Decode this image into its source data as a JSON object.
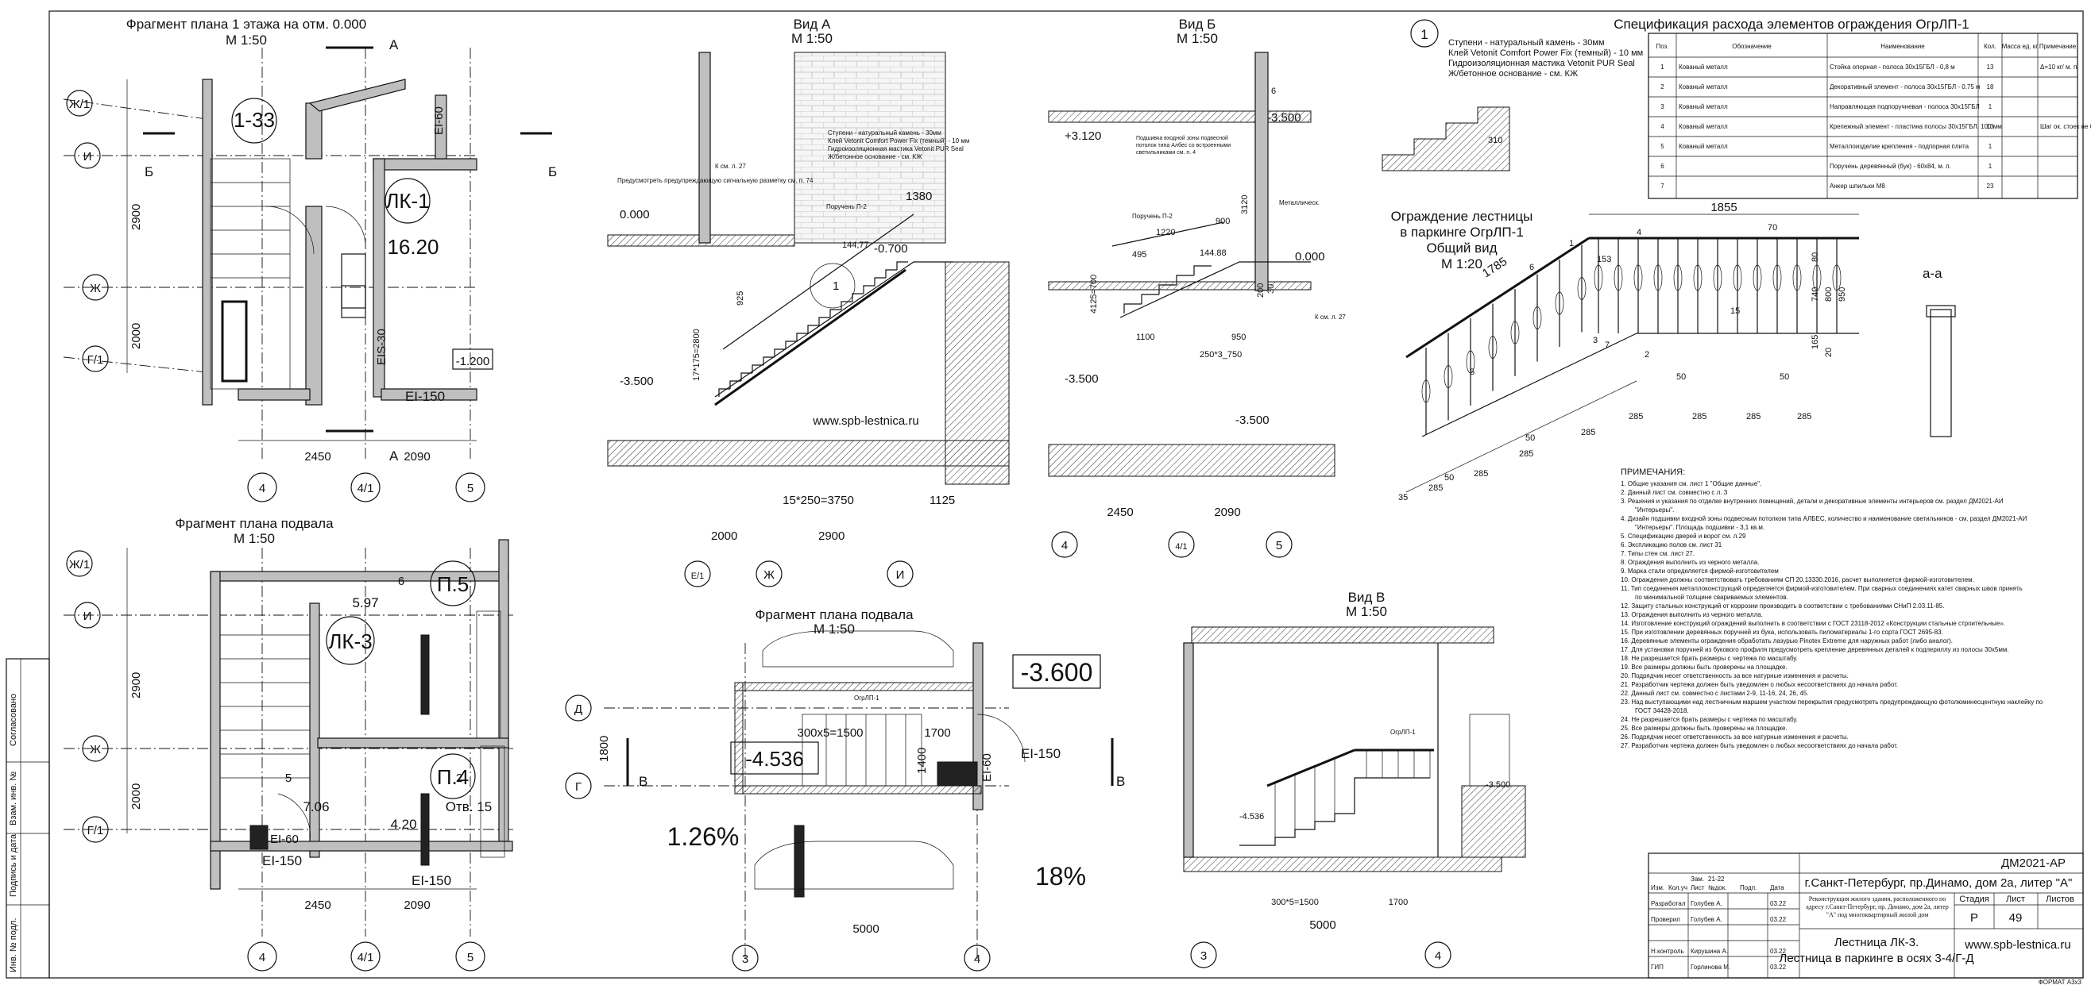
{
  "plan1": {
    "title": "Фрагмент плана 1 этажа на отм. 0.000",
    "scale": "М 1:50",
    "room_tag": "1-33",
    "stair_tag": "ЛК-1",
    "area": "16.20",
    "level": "-1.200",
    "ei60": "EI-60",
    "ei150": "EI-150",
    "eis30": "EIS-30",
    "dim_left1": "2900",
    "dim_left2": "2000",
    "dim_b1": "2450",
    "dim_b2": "2090"
  },
  "plan2": {
    "title": "Фрагмент плана подвала",
    "scale": "М 1:50",
    "room_p5": "П.5",
    "room_p4": "П.4",
    "stair_tag": "ЛК-3",
    "otv": "Отв. 15",
    "a1": "5.97",
    "a2": "7.06",
    "a3": "4.20",
    "ei60": "EI-60",
    "ei150a": "EI-150",
    "ei150b": "EI-150",
    "mark6": "6",
    "mark5": "5",
    "mark2": "2",
    "dim_left1": "2900",
    "dim_left2": "2000",
    "dim_b1": "2450",
    "dim_b2": "2090"
  },
  "axes": {
    "zh1": "Ж/1",
    "i": "И",
    "zh": "Ж",
    "g1": "Г/1",
    "a4": "4",
    "a41": "4/1",
    "a5": "5",
    "d": "Д",
    "g": "Г",
    "a3": "3",
    "e1": "Е/1"
  },
  "section_marks": {
    "a": "А",
    "b": "Б",
    "v": "В"
  },
  "viewA": {
    "title": "Вид А",
    "scale": "М 1:50",
    "lvl0": "0.000",
    "lvl_m35": "-3.500",
    "lvl_m07": "-0.700",
    "n_1380": "1380",
    "n_14477": "144,77",
    "n_925": "925",
    "n_17175": "17*175=2800",
    "n_1525": "15*250=3750",
    "n_1125": "1125",
    "n_2000": "2000",
    "n_2900": "2900",
    "poruchen": "Поручень П-2",
    "url": "www.spb-lestnica.ru",
    "note1": "Ступени - натуральный камень - 30мм",
    "note2": "Клей Vetonit Comfort Power Fix (темный) - 10 мм",
    "note3": "Гидроизоляционная мастика Vetonit PUR Seal",
    "note4": "Ж/бетонное основание - см. КЖ",
    "note5": "Предусмотреть предупреждающую сигнальную разметку см. п. 74",
    "ksm": "К см. л. 27"
  },
  "viewB": {
    "title": "Вид Б",
    "scale": "М 1:50",
    "lvl_3120": "+3.120",
    "lvl_m35": "-3.500",
    "lvl_0": "0.000",
    "lvl_m35b": "-3.500",
    "n_900": "900",
    "n_1220": "1220",
    "n_495": "495",
    "n_14488": "144.88",
    "n_3120": "3120",
    "n_4125": "4125=700",
    "n_1100": "1100",
    "n_950": "950",
    "n_250": "250*3_750",
    "n_2450": "2450",
    "n_2090": "2090",
    "n_6": "6",
    "n_30": "30",
    "n_200": "200",
    "poruchen": "Поручень П-2",
    "note1": "Подшивка входной зоны подвесной потолок типа Албес со встроенными светильниками см. п. 4",
    "metal": "Металлическ.",
    "ksm": "К см. л. 27"
  },
  "detail1": {
    "num": "1",
    "l1": "Ступени - натуральный камень - 30мм",
    "l2": "Клей Vetonit Comfort Power Fix (темный) - 10 мм",
    "l3": "Гидроизоляционная мастика Vetonit PUR Seal",
    "l4": "Ж/бетонное основание - см. КЖ",
    "d310": "310"
  },
  "railing": {
    "title1": "Ограждение лестницы",
    "title2": "в паркинге ОгрЛП-1",
    "title3": "Общий вид",
    "scale": "М 1:20",
    "w1855": "1855",
    "w1785": "1785",
    "h70": "70",
    "h740": "740",
    "h800": "800",
    "h950": "950",
    "h80": "80",
    "h165": "165",
    "h20": "20",
    "h153": "153",
    "h15": "15",
    "d285": "285",
    "d50": "50",
    "d35": "35",
    "sec": "а-а",
    "n1": "1",
    "n2": "2",
    "n3": "3",
    "n4": "4",
    "n5": "5",
    "n6": "6",
    "n7": "7"
  },
  "spec": {
    "title": "Спецификация расхода элементов ограждения ОгрЛП-1",
    "headers": [
      "Поз.",
      "Обозначение",
      "Наименование",
      "Кол.",
      "Масса ед. кг",
      "Примечание"
    ],
    "rows": [
      [
        "1",
        "Кованый металл",
        "Стойка опорная - полоса 30х15ГБЛ - 0,8 м",
        "13",
        "",
        "Δ=10 кг/ м. п."
      ],
      [
        "2",
        "Кованый металл",
        "Декоративный элемент - полоса 30х15ГБЛ - 0,75 м",
        "18",
        "",
        ""
      ],
      [
        "3",
        "Кованый металл",
        "Направляющая подпоручневая - полоса 30х15ГБЛ",
        "1",
        "",
        ""
      ],
      [
        "4",
        "Кованый металл",
        "Крепежный элемент - пластина полосы 30х15ГБЛ, 100 мм",
        "13",
        "",
        "Шаг ок. стоек не более 1 м"
      ],
      [
        "5",
        "Кованый металл",
        "Металлоизделие крепления - подпорная плита",
        "1",
        "",
        ""
      ],
      [
        "6",
        "",
        "Поручень деревянный (бук) - 60х84, м. п.",
        "1",
        "",
        ""
      ],
      [
        "7",
        "",
        "Анкер шпильки М8",
        "23",
        "",
        ""
      ]
    ]
  },
  "basement2": {
    "title": "Фрагмент плана подвала",
    "scale": "М 1:50",
    "lvl_m36": "-3.600",
    "lvl_m4536": "-4.536",
    "slope1": "1.26%",
    "slope2": "18%",
    "n_300": "300х5=1500",
    "n_1700": "1700",
    "n_1400": "1400",
    "n_1800": "1800",
    "n_5000": "5000",
    "ei60": "EI-60",
    "ei150": "EI-150",
    "ogr": "ОгрЛП-1"
  },
  "viewV": {
    "title": "Вид В",
    "scale": "М 1:50",
    "lvl_m35": "-3.500",
    "lvl_m4536": "-4.536",
    "ogr": "ОгрЛП-1",
    "n_300": "300*5=1500",
    "n_1700": "1700",
    "n_5000": "5000"
  },
  "notes": {
    "title": "ПРИМЕЧАНИЯ:",
    "items": [
      "1. Общие указания см. лист 1 \"Общие данные\".",
      "2. Данный лист см. совместно с л. 3",
      "3. Решения и указания по отделке внутренних помещений, детали и декоративные элементы интерьеров см. раздел ДМ2021-АИ \"Интерьеры\".",
      "4. Дизайн подшивки входной зоны подвесным потолком типа АЛБЕС, количество и наименование светильников - см. раздел ДМ2021-АИ \"Интерьеры\". Площадь подшивки - 3,1 кв.м.",
      "5. Спецификацию дверей и ворот см. л.29",
      "6. Экспликацию полов см. лист 31",
      "7. Типы стен см. лист 27.",
      "8. Ограждения выполнить из черного металла.",
      "9. Марка стали определяется фирмой-изготовителем",
      "10. Ограждения должны соответствовать требованиям СП 20.13330.2016, расчет выполняется фирмой-изготовителем.",
      "11. Тип соединения металлоконструкций определяется фирмой-изготовителем. При сварных соединениях катет сварных швов принять по минимальной толщине свариваемых элементов.",
      "12. Защиту стальных конструкций от коррозии производить в соответствии с требованиями СНиП 2.03.11-85.",
      "13. Ограждения выполнить из черного металла.",
      "14. Изготовление конструкций ограждений выполнить в соответствии с ГОСТ 23118-2012 «Конструкции стальные строительные».",
      "15. При изготовлении деревянных поручней из бука, использовать пиломатериалы 1-го сорта ГОСТ 2695-83.",
      "16. Деревянные элементы ограждения обработать лазурью Pinotex Extreme для наружных работ (либо аналог).",
      "17. Для установки поручней из букового профиля предусмотреть крепление деревянных деталей к подпериллу из полосы 30х5мм.",
      "18. Не разрешается брать размеры с чертежа по масштабу.",
      "19. Все размеры должны быть проверены на площадке.",
      "20. Подрядчик несет ответственность за все натурные изменения и расчеты.",
      "21. Разработчик чертежа должен быть уведомлен о любых несоответствиях до начала работ.",
      "22. Данный лист см. совместно с листами 2-9, 11-16, 24, 26, 45.",
      "23. Над выступающими над лестничным маршем участком перекрытия предусмотреть предупреждающую фотолюминесцентную наклейку по ГОСТ 34428-2018.",
      "24. Не разрешается брать размеры с чертежа по масштабу.",
      "25. Все размеры должны быть проверены на площадке.",
      "26. Подрядчик несет ответственность за все натурные изменения и расчеты.",
      "27. Разработчик чертежа должен быть уведомлен о любых несоответствиях до начала работ."
    ]
  },
  "stamp": {
    "code": "ДМ2021-АР",
    "address": "г.Санкт-Петербург, пр.Динамо, дом 2а, литер \"А\"",
    "object": "Реконструкция жилого здания, расположенного по адресу г.Санкт-Петербург, пр. Динамо, дом 2а, литер \"А\" под многоквартирный жилой дом",
    "stage_h": "Стадия",
    "sheet_h": "Лист",
    "sheets_h": "Листов",
    "stage": "Р",
    "sheet": "49",
    "name1": "Лестница ЛК-3.",
    "name2": "Лестница в паркинге в осях 3-4/Г-Д",
    "url": "www.spb-lestnica.ru",
    "r1": "Разработал",
    "r2": "Проверил",
    "r3": "Н.контроль",
    "r4": "ГИП",
    "p1": "Голубев А.",
    "p2": "Голубев А.",
    "p3": "Кирушина А.",
    "p4": "Горлинова М.",
    "date": "03.22",
    "izm": "Изм.",
    "kol": "Кол.уч",
    "list": "Лист",
    "ndok": "№док.",
    "podp": "Подп.",
    "data": "Дата",
    "zam": "Зам.",
    "n21": "21-22",
    "format": "ФОРМАТ А3х3"
  },
  "side": {
    "s1": "Согласовано",
    "s2": "Взам. инв. №",
    "s3": "Подпись и дата",
    "s4": "Инв. № подл."
  }
}
